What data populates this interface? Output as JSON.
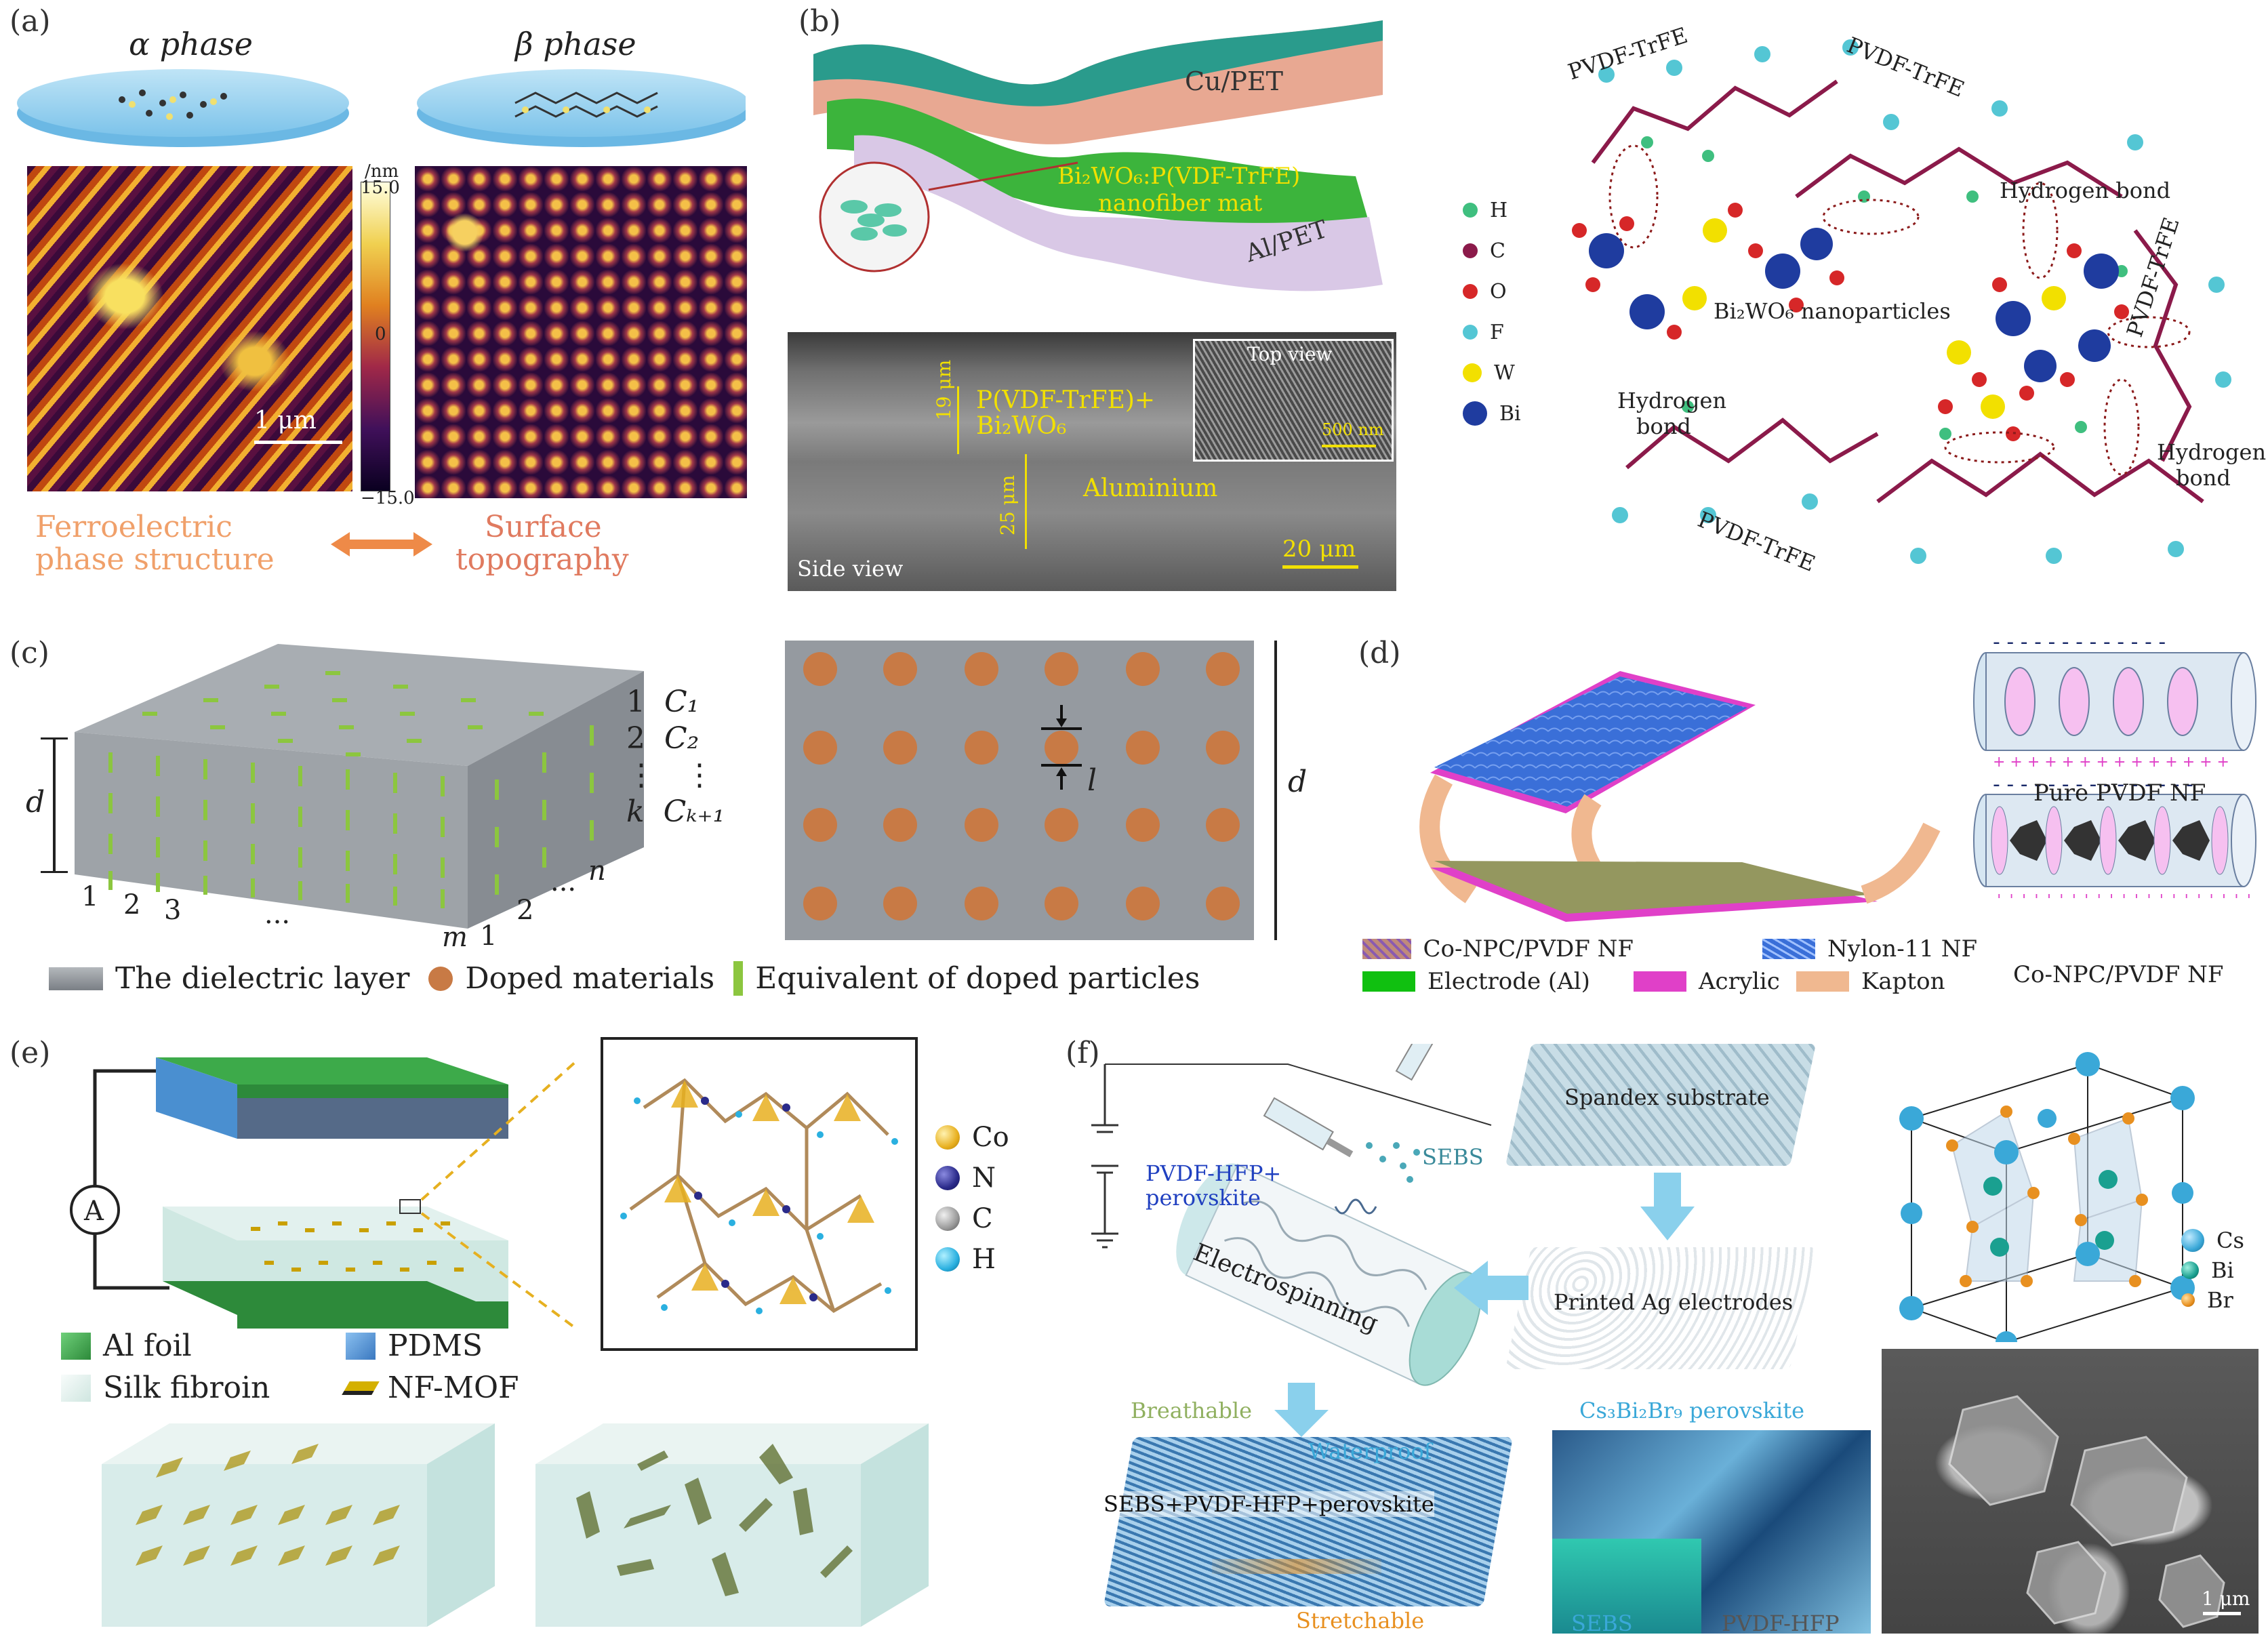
{
  "panels": {
    "a": {
      "label": "(a)",
      "alpha_phase": "α phase",
      "beta_phase": "β phase",
      "colorbar_unit": "/nm",
      "colorbar_max": "15.0",
      "colorbar_mid": "0",
      "colorbar_min": "−15.0",
      "scalebar": "1 μm",
      "caption_left": [
        "Ferroelectric",
        "phase structure"
      ],
      "caption_right": [
        "Surface",
        "topography"
      ],
      "colors": {
        "caption_left": "#f0a06a",
        "caption_right": "#e07a5f",
        "arrow": "#ee8a48"
      }
    },
    "b": {
      "label": "(b)",
      "cu_pet": "Cu/PET",
      "al_pet": "Al/PET",
      "mat_label_1": "Bi₂WO₆:P(VDF-TrFE)",
      "mat_label_2": "nanofiber mat",
      "sem_layer_1": "P(VDF-TrFE)+",
      "sem_layer_1b": "Bi₂WO₆",
      "sem_thick_1": "19 μm",
      "sem_thick_2": "25 μm",
      "sem_aluminium": "Aluminium",
      "sem_top_view": "Top view",
      "sem_top_scale": "500 nm",
      "sem_side_view": "Side view",
      "sem_scale": "20 μm",
      "legend": [
        {
          "symbol": "H",
          "color": "#3fbf7f"
        },
        {
          "symbol": "C",
          "color": "#8b1a4a"
        },
        {
          "symbol": "O",
          "color": "#d62728"
        },
        {
          "symbol": "F",
          "color": "#54c6d4"
        },
        {
          "symbol": "W",
          "color": "#f2e000"
        },
        {
          "symbol": "Bi",
          "color": "#1f3c9f"
        }
      ],
      "pvdf_labels": [
        "PVDF-TrFE",
        "PVDF-TrFE",
        "PVDF-TrFE",
        "PVDF-TrFE"
      ],
      "hydrogen_bond_labels": [
        "Hydrogen bond",
        "Hydrogen",
        "bond",
        "Hydrogen",
        "bond"
      ],
      "nanoparticles": "Bi₂WO₆ nanoparticles"
    },
    "c": {
      "label": "(c)",
      "d_label": "d",
      "layer_labels": [
        {
          "index": "1",
          "cap": "C₁"
        },
        {
          "index": "2",
          "cap": "C₂"
        },
        {
          "index": "⋮",
          "cap": "⋮"
        },
        {
          "index": "k",
          "cap": "Cₖ₊₁"
        }
      ],
      "bottom_indices": [
        "1",
        "2",
        "3",
        "···",
        "m",
        "1",
        "2",
        "···",
        "n"
      ],
      "l_label": "l",
      "d2_label": "d",
      "legend": [
        {
          "text": "The dielectric layer",
          "color": "#8e9399"
        },
        {
          "text": "Doped materials",
          "color": "#c87a45"
        },
        {
          "text": "Equivalent of doped particles",
          "color": "#8cc63f"
        }
      ]
    },
    "d": {
      "label": "(d)",
      "pure_label": "Pure PVDF NF",
      "co_label": "Co-NPC/PVDF NF",
      "legend": [
        {
          "text": "Co-NPC/PVDF NF",
          "color": "#c08a7a"
        },
        {
          "text": "Nylon-11 NF",
          "color": "#3a6fd8"
        },
        {
          "text": "Electrode (Al)",
          "color": "#10c010"
        },
        {
          "text": "Acrylic",
          "color": "#e040c8"
        },
        {
          "text": "Kapton",
          "color": "#f0b890"
        }
      ]
    },
    "e": {
      "label": "(e)",
      "ammeter": "A",
      "atoms": [
        {
          "symbol": "Co",
          "color": "#e8b020"
        },
        {
          "symbol": "N",
          "color": "#2a2a8a"
        },
        {
          "symbol": "C",
          "color": "#9a9a9a"
        },
        {
          "symbol": "H",
          "color": "#2ab0e0"
        }
      ],
      "legend": [
        {
          "text": "Al foil",
          "color": "#3daa4a"
        },
        {
          "text": "PDMS",
          "color": "#4a8fd0"
        },
        {
          "text": "Silk fibroin",
          "color": "#e8f2f0"
        },
        {
          "text": "NF-MOF",
          "color": "#d4b000"
        }
      ]
    },
    "f": {
      "label": "(f)",
      "pvdf_hfp_1": "PVDF-HFP+",
      "pvdf_hfp_2": "perovskite",
      "sebs": "SEBS",
      "electrospinning": "Electrospinning",
      "spandex": "Spandex substrate",
      "printed_ag": "Printed Ag electrodes",
      "breathable": "Breathable",
      "waterproof": "Waterproof",
      "composite": "SEBS+PVDF-HFP+perovskite",
      "stretchable": "Stretchable",
      "perovskite_name": "Cs₃Bi₂Br₉ perovskite",
      "fiber_sebs": "SEBS",
      "fiber_pvdf": "PVDF-HFP",
      "atoms": [
        {
          "symbol": "Cs",
          "color": "#3aa8d8"
        },
        {
          "symbol": "Bi",
          "color": "#1aa090"
        },
        {
          "symbol": "Br",
          "color": "#e89020"
        }
      ],
      "sem_scale": "1 μm",
      "colors": {
        "blue_text": "#2040c0",
        "green_text": "#90b060",
        "cyan_text": "#3aa8d8",
        "orange_text": "#e89020"
      }
    }
  }
}
